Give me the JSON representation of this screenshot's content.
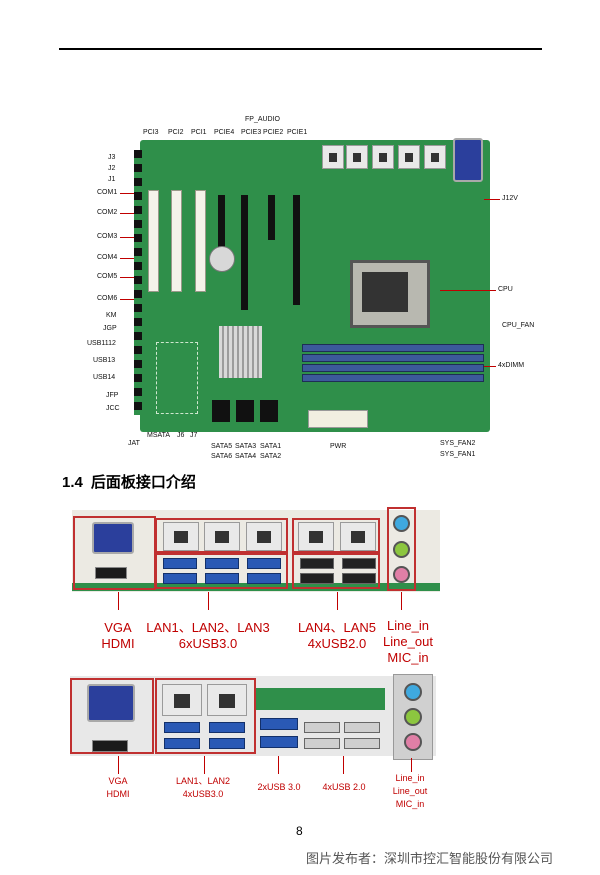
{
  "board_labels": {
    "top": [
      "PCI3",
      "PCI2",
      "PCI1",
      "FP_AUDIO",
      "PCIE4",
      "PCIE3",
      "PCIE2",
      "PCIE1"
    ],
    "left": [
      "J3",
      "J2",
      "J1",
      "COM1",
      "COM2",
      "COM3",
      "COM4",
      "COM5",
      "COM6",
      "KM",
      "JGP",
      "USB1112",
      "USB13",
      "USB14",
      "JFP",
      "JCC"
    ],
    "right": [
      "J12V",
      "CPU",
      "CPU_FAN",
      "4xDIMM"
    ],
    "bottom": [
      "JAT",
      "MSATA",
      "J6",
      "J7",
      "SATA5",
      "SATA6",
      "SATA3",
      "SATA4",
      "SATA1",
      "SATA2",
      "PWR",
      "SYS_FAN2",
      "SYS_FAN1"
    ]
  },
  "section": {
    "number": "1.4",
    "title": "后面板接口介绍"
  },
  "panel1_labels": {
    "vga": "VGA",
    "hdmi": "HDMI",
    "lan_a": "LAN1、LAN2、LAN3",
    "lan_a_usb": "6xUSB3.0",
    "lan_b": "LAN4、LAN5",
    "lan_b_usb": "4xUSB2.0",
    "audio_1": "Line_in",
    "audio_2": "Line_out",
    "audio_3": "MIC_in"
  },
  "panel2_labels": {
    "vga": "VGA",
    "hdmi": "HDMI",
    "lan": "LAN1、LAN2",
    "lan_usb": "4xUSB3.0",
    "usb3": "2xUSB 3.0",
    "usb2": "4xUSB 2.0",
    "audio_1": "Line_in",
    "audio_2": "Line_out",
    "audio_3": "MIC_in"
  },
  "page_number": "8",
  "footer": "图片发布者：深圳市控汇智能股份有限公司",
  "colors": {
    "accent_red": "#c00000",
    "pcb_green": "#2f8f4a",
    "usb3_blue": "#2a59b5"
  }
}
